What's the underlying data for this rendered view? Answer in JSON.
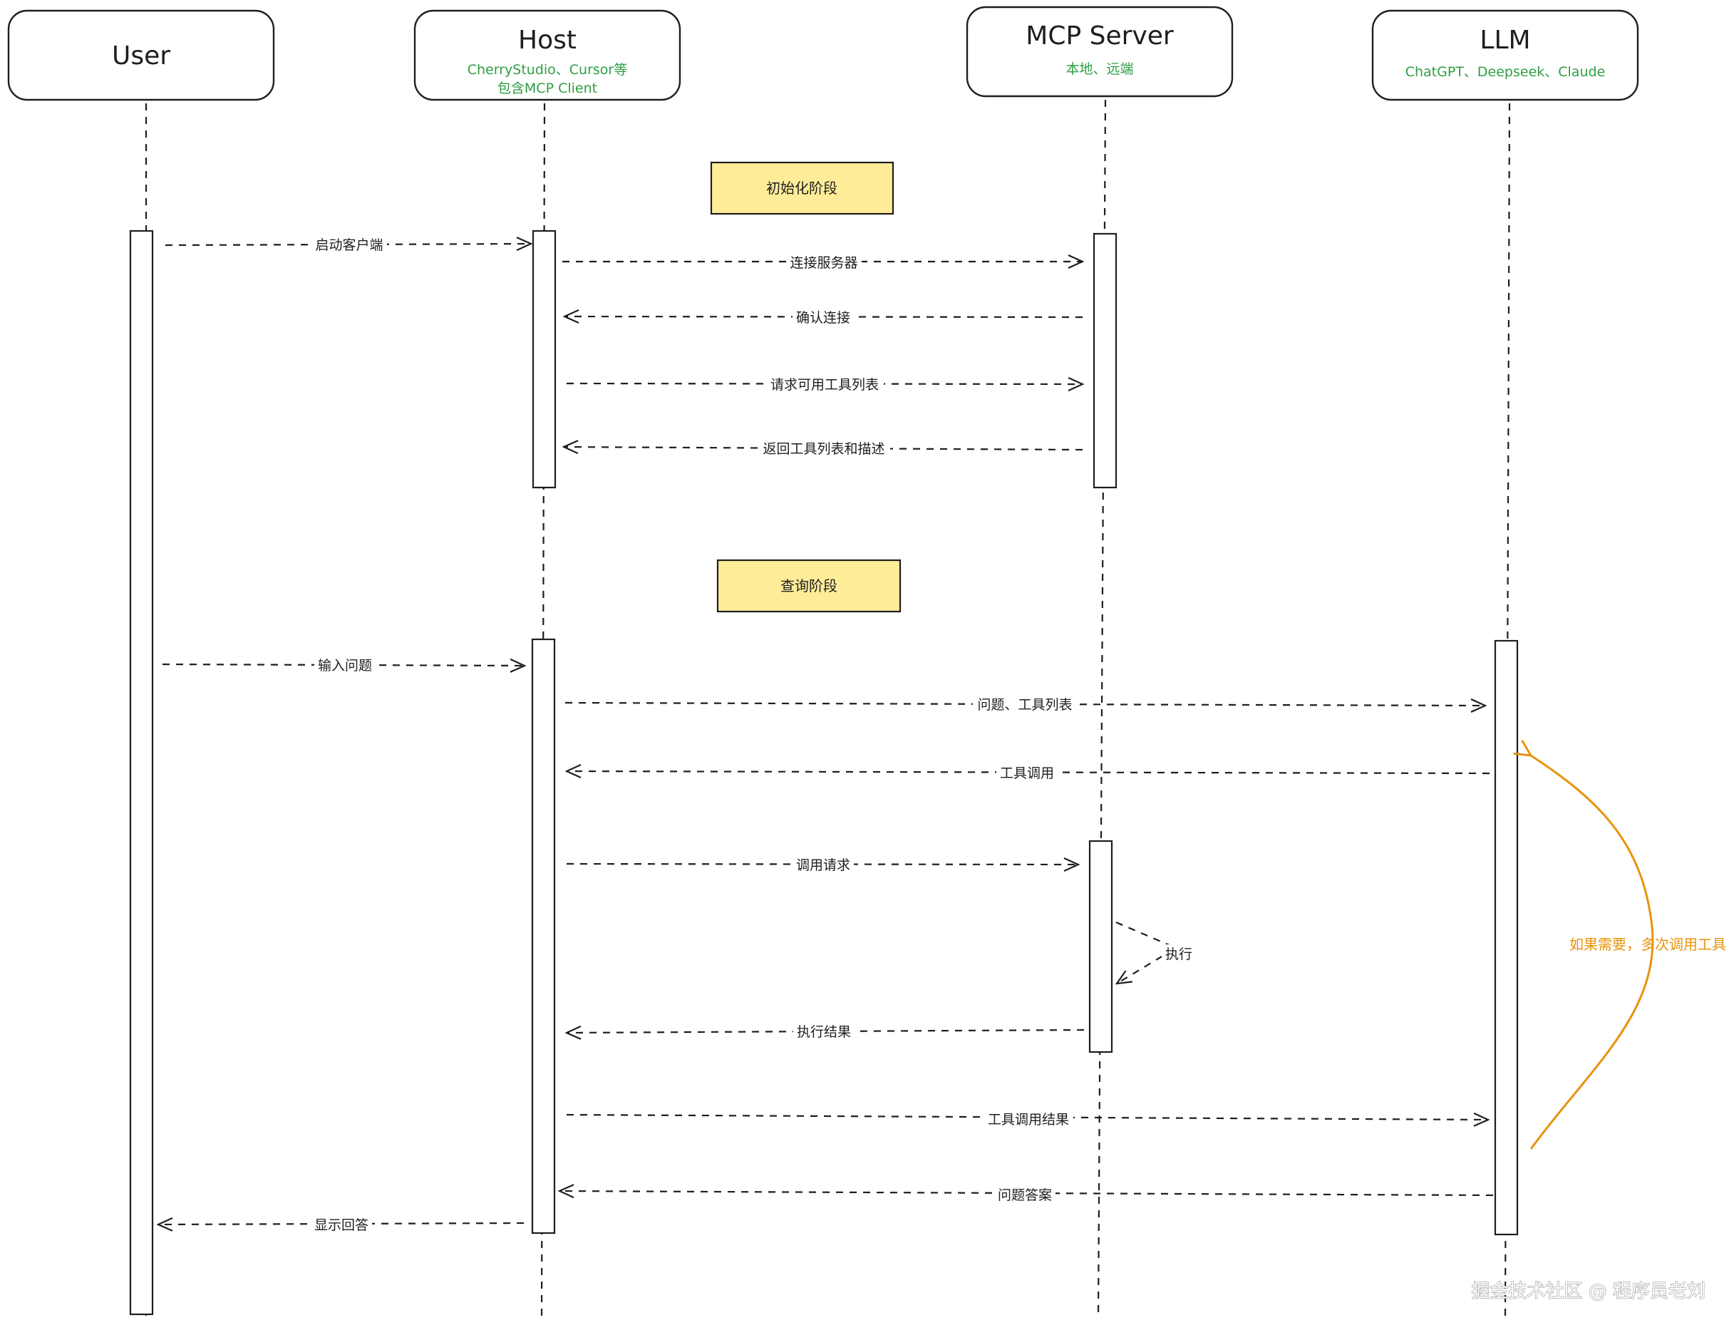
{
  "actors": [
    {
      "id": "user",
      "title": "User",
      "subtitle": []
    },
    {
      "id": "host",
      "title": "Host",
      "subtitle": [
        "CherryStudio、Cursor等",
        "包含MCP Client"
      ]
    },
    {
      "id": "server",
      "title": "MCP Server",
      "subtitle": [
        "本地、远端"
      ]
    },
    {
      "id": "llm",
      "title": "LLM",
      "subtitle": [
        "ChatGPT、Deepseek、Claude"
      ]
    }
  ],
  "phases": {
    "init": "初始化阶段",
    "query": "查询阶段"
  },
  "messages": [
    {
      "id": "start-client",
      "from": "User",
      "to": "Host",
      "label": "启动客户端"
    },
    {
      "id": "connect-server",
      "from": "Host",
      "to": "MCP Server",
      "label": "连接服务器"
    },
    {
      "id": "confirm-connect",
      "from": "MCP Server",
      "to": "Host",
      "label": "确认连接"
    },
    {
      "id": "request-tools",
      "from": "Host",
      "to": "MCP Server",
      "label": "请求可用工具列表"
    },
    {
      "id": "return-tools",
      "from": "MCP Server",
      "to": "Host",
      "label": "返回工具列表和描述"
    },
    {
      "id": "input-question",
      "from": "User",
      "to": "Host",
      "label": "输入问题"
    },
    {
      "id": "question-tools",
      "from": "Host",
      "to": "LLM",
      "label": "问题、工具列表"
    },
    {
      "id": "tool-call",
      "from": "LLM",
      "to": "Host",
      "label": "工具调用"
    },
    {
      "id": "call-request",
      "from": "Host",
      "to": "MCP Server",
      "label": "调用请求"
    },
    {
      "id": "execute",
      "from": "MCP Server",
      "to": "MCP Server",
      "label": "执行"
    },
    {
      "id": "exec-result",
      "from": "MCP Server",
      "to": "Host",
      "label": "执行结果"
    },
    {
      "id": "tool-result",
      "from": "Host",
      "to": "LLM",
      "label": "工具调用结果"
    },
    {
      "id": "answer",
      "from": "LLM",
      "to": "Host",
      "label": "问题答案"
    },
    {
      "id": "show-answer",
      "from": "Host",
      "to": "User",
      "label": "显示回答"
    }
  ],
  "loop_note": "如果需要，多次调用工具",
  "colors": {
    "phase_fill": "#ffec99",
    "subtitle": "#2f9e44",
    "loop_arrow": "#e8930c",
    "line": "#1e1e1e"
  },
  "watermark": "掘金技术社区 @ 程序员老刘"
}
